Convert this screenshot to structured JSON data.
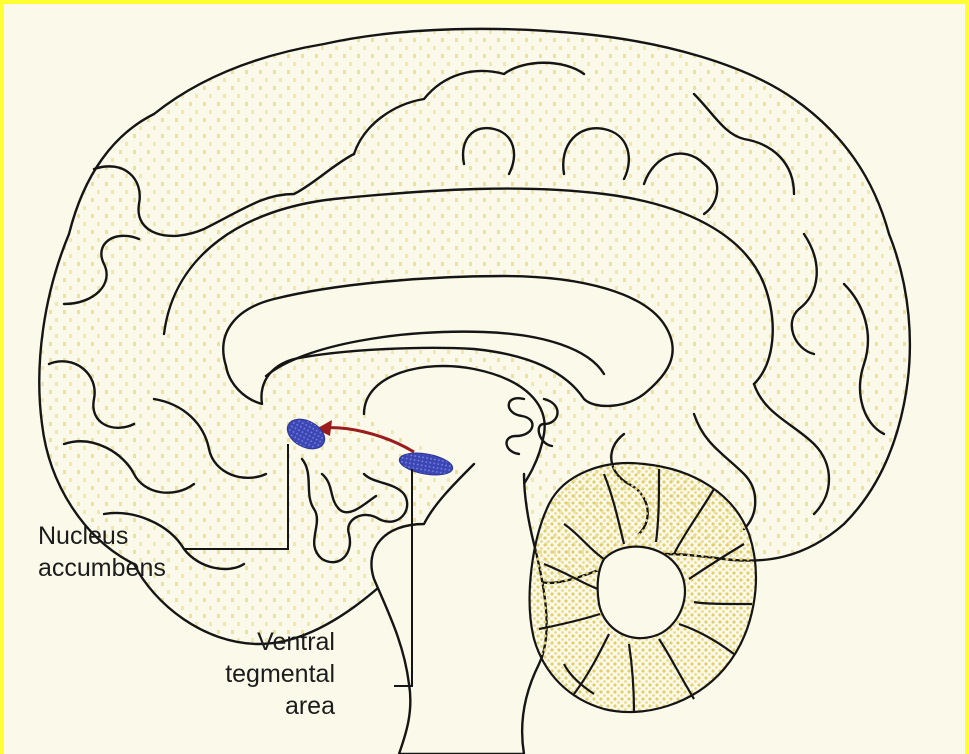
{
  "diagram": {
    "labels": {
      "nucleus_accumbens": [
        "Nucleus",
        "accumbens"
      ],
      "ventral_tegmental_area": [
        "Ventral",
        "tegmental",
        "area"
      ]
    },
    "colors": {
      "frame": "#ffff33",
      "background": "#fbfaea",
      "outline": "#151515",
      "stipple": "#e8dc86",
      "nucleus_marker": "#3c46b4",
      "pathway": "#9b1c1c"
    }
  }
}
